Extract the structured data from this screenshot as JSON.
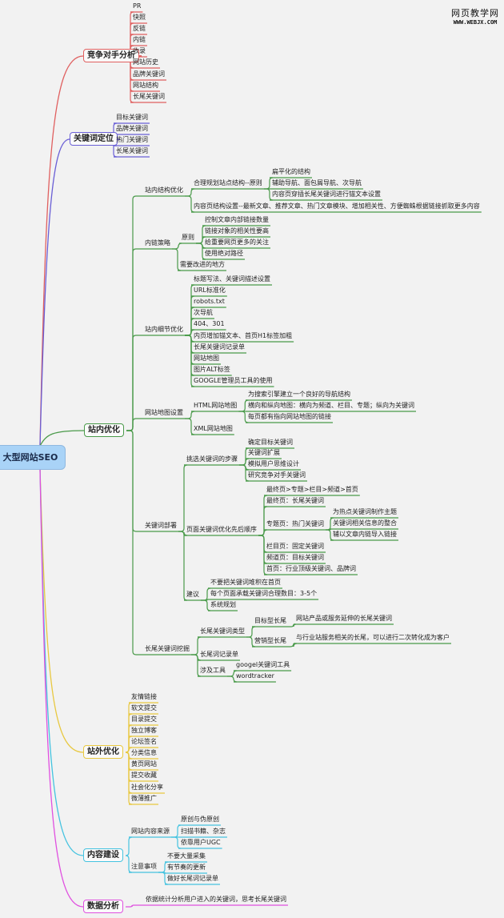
{
  "watermark": {
    "title": "网页教学网",
    "url": "WWW.WEBJX.COM"
  },
  "root": "大型网站SEO",
  "competitor": {
    "label": "竞争对手分析",
    "items": [
      "PR",
      "快照",
      "反链",
      "内链",
      "收录",
      "网站历史",
      "品牌关键词",
      "网站结构",
      "长尾关键词"
    ]
  },
  "kw_position": {
    "label": "关键词定位",
    "items": [
      "目标关键词",
      "品牌关键词",
      "热门关键词",
      "长尾关键词"
    ]
  },
  "onsite": {
    "label": "站内优化",
    "structure": {
      "label": "站内结构优化",
      "plan": {
        "label": "合理规划站点结构--原则",
        "items": [
          "扁平化的结构",
          "辅助导航、面包屑导航、次导航",
          "内容页穿插长尾关键词进行锚文本设置"
        ]
      },
      "content": "内容页结构设置--最新文章、推荐文章、热门文章模块、增加相关性、方便蜘蛛根据链接抓取更多内容"
    },
    "internal_links": {
      "label": "内链策略",
      "principle": {
        "label": "原则",
        "items": [
          "控制文章内部链接数量",
          "链接对象的相关性要高",
          "给重要网页更多的关注",
          "使用绝对路径"
        ]
      },
      "improve": "需要改进的地方"
    },
    "details": {
      "label": "站内细节优化",
      "items": [
        "标题写法、关键词描述设置",
        "URL标准化",
        "robots.txt",
        "次导航",
        "404、301",
        "内页增加锚文本、首页H1标签加粗",
        "长尾关键词记录单",
        "网站地图",
        "图片ALT标签",
        "GOOGLE管理员工具的使用"
      ]
    },
    "sitemap": {
      "label": "网站地图设置",
      "html": {
        "label": "HTML网站地图",
        "items": [
          "为搜索引擎建立一个良好的导航结构",
          "横向和纵向地图：横向为频道、栏目、专题；纵向为关键词",
          "每页都有指向网站地图的链接"
        ]
      },
      "xml": "XML网站地图"
    },
    "kw_deploy": {
      "label": "关键词部署",
      "steps": {
        "label": "挑选关键词的步骤",
        "items": [
          "确定目标关键词",
          "关键词扩展",
          "模拟用户思维设计",
          "研究竞争对手关键词"
        ]
      },
      "order": {
        "label": "页面关键词优化先后顺序",
        "items": [
          "最终页>专题>栏目>频道>首页",
          "最终页：长尾关键词"
        ],
        "topic": {
          "label": "专题页：热门关键词",
          "items": [
            "为热点关键词制作主题",
            "关键词相关信息的整合",
            "辅以文章内链导入链接"
          ]
        },
        "rest": [
          "栏目页：固定关键词",
          "频道页：目标关键词",
          "首页：行业顶级关键词、品牌词"
        ]
      },
      "advice": {
        "label": "建议",
        "items": [
          "不要把关键词堆积在首页",
          "每个页面承载关键词合理数目：3-5个",
          "系统规划"
        ]
      }
    },
    "longtail": {
      "label": "长尾关键词挖掘",
      "types": {
        "label": "长尾关键词类型",
        "target": {
          "label": "目标型长尾",
          "desc": "网站产品或服务延伸的长尾关键词"
        },
        "marketing": {
          "label": "营销型长尾",
          "desc": "与行业站服务相关的长尾，可以进行二次转化成为客户"
        }
      },
      "record": "长尾词记录单",
      "tools": {
        "label": "涉及工具",
        "items": [
          "googel关键词工具",
          "wordtracker"
        ]
      }
    }
  },
  "offsite": {
    "label": "站外优化",
    "items": [
      "友情链接",
      "软文提交",
      "目录提交",
      "独立博客",
      "论坛签名",
      "分类信息",
      "黄页网站",
      "提交收藏",
      "社会化分享",
      "微薄推广"
    ]
  },
  "content": {
    "label": "内容建设",
    "sources": {
      "label": "网站内容来源",
      "items": [
        "原创与伪原创",
        "扫描书籍、杂志",
        "依靠用户UGC"
      ]
    },
    "notes": {
      "label": "注意事项",
      "items": [
        "不要大量采集",
        "有节奏的更新",
        "做好长尾词记录单"
      ]
    }
  },
  "data": {
    "label": "数据分析",
    "desc": "依据统计分析用户进入的关键词，思考长尾关键词"
  },
  "colors": {
    "competitor": "#e06060",
    "kw_position": "#6a5fd6",
    "onsite": "#4a9a4a",
    "offsite": "#e8c840",
    "content": "#45c3e0",
    "data": "#e050e0",
    "root": "#a9d3f7"
  }
}
